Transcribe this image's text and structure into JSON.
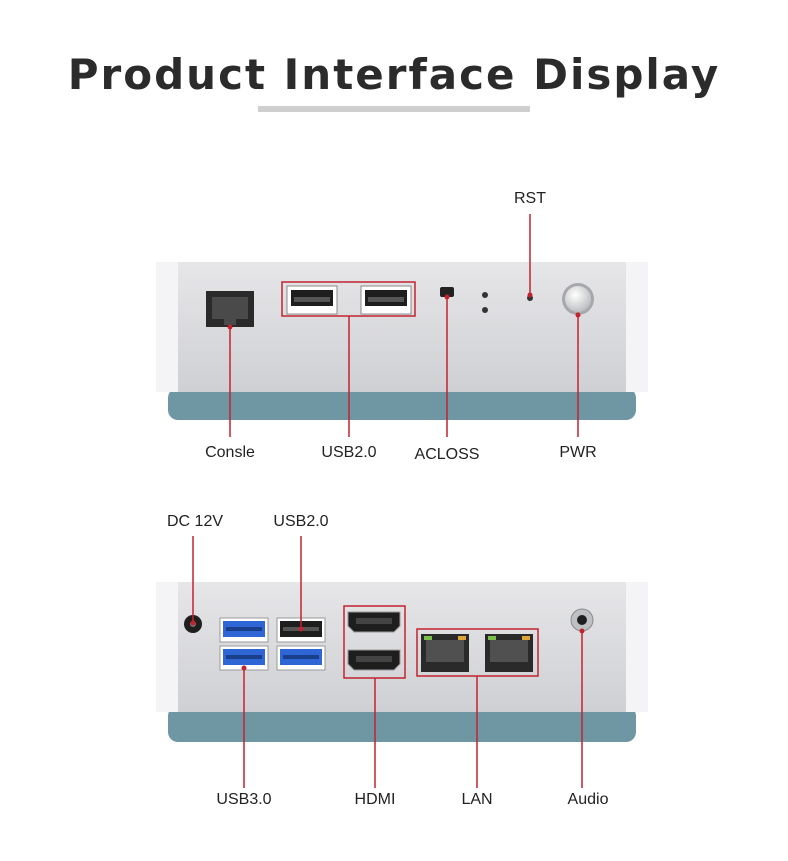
{
  "title": "Product Interface Display",
  "front_panel": {
    "labels": {
      "rst": "RST",
      "console": "Consle",
      "usb2": "USB2.0",
      "acloss": "ACLOSS",
      "pwr": "PWR"
    }
  },
  "back_panel": {
    "labels": {
      "dc": "DC 12V",
      "usb2": "USB2.0",
      "usb3": "USB3.0",
      "hdmi": "HDMI",
      "lan": "LAN",
      "audio": "Audio"
    }
  },
  "colors": {
    "callout": "#c2232f",
    "base": "#6e97a3",
    "chassis": "#dcdcdf",
    "usb3_blue": "#2f66d6"
  }
}
